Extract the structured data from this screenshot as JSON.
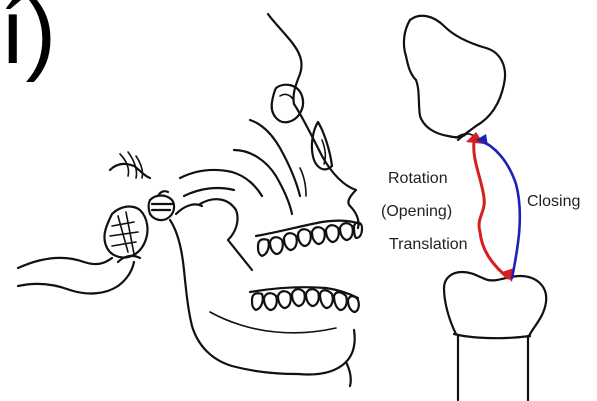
{
  "panel_label": "í)",
  "labels": {
    "rotation": "Rotation",
    "opening": "(Opening)",
    "translation": "Translation",
    "closing": "Closing"
  },
  "colors": {
    "opening_path": "#d42020",
    "closing_path": "#1a22b8",
    "ink": "#111111"
  }
}
